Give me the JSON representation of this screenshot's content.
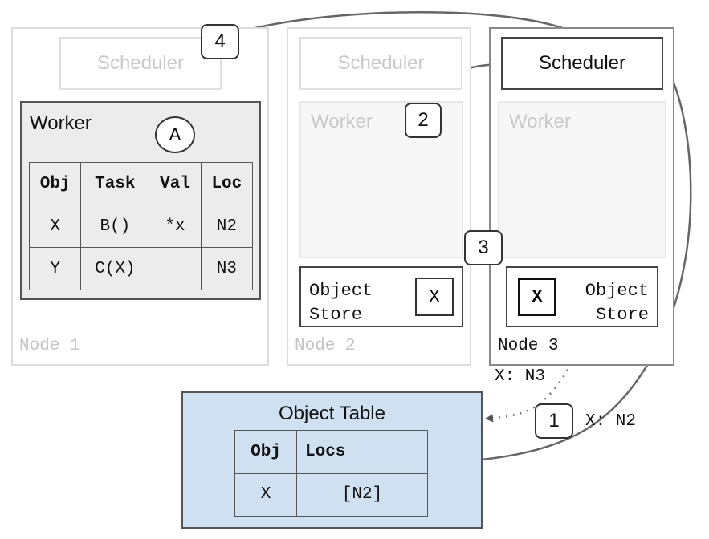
{
  "nodes": [
    {
      "label": "Node 1",
      "scheduler": "Scheduler",
      "worker": "Worker"
    },
    {
      "label": "Node 2",
      "scheduler": "Scheduler",
      "worker": "Worker",
      "store": "Object\nStore",
      "store_obj": "X"
    },
    {
      "label": "Node 3",
      "scheduler": "Scheduler",
      "worker": "Worker",
      "store": "Object\nStore",
      "store_obj": "X"
    }
  ],
  "worker_table": {
    "marker": "A",
    "headers": [
      "Obj",
      "Task",
      "Val",
      "Loc"
    ],
    "rows": [
      [
        "X",
        "B()",
        "*x",
        "N2"
      ],
      [
        "Y",
        "C(X)",
        "",
        "N3"
      ]
    ]
  },
  "object_table": {
    "title": "Object Table",
    "headers": [
      "Obj",
      "Locs"
    ],
    "rows": [
      [
        "X",
        "[N2]"
      ]
    ]
  },
  "steps": [
    "1",
    "2",
    "3",
    "4"
  ],
  "annotations": {
    "x_n3": "X: N3",
    "x_n2": "X: N2"
  },
  "colors": {
    "object_table_bg": "#cfe0f1",
    "worker_bg": "#ececec",
    "arrow": "#555555"
  }
}
